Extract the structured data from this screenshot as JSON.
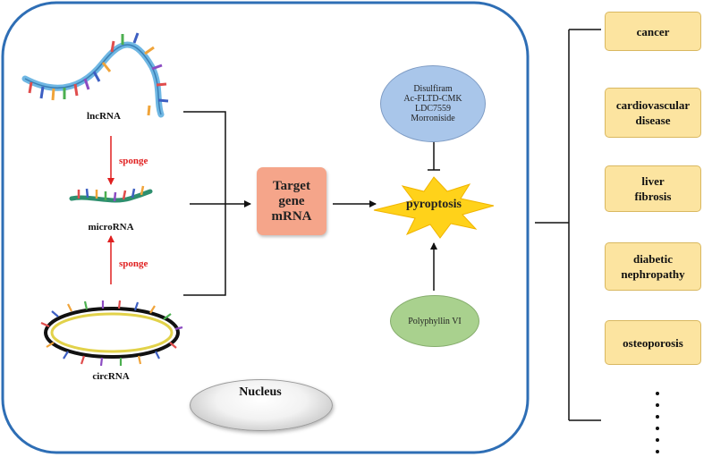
{
  "rnas": {
    "lncrna_label": "lncRNA",
    "microrna_label": "microRNA",
    "circrna_label": "circRNA",
    "sponge_upper": "sponge",
    "sponge_lower": "sponge"
  },
  "target": {
    "line1": "Target",
    "line2": "gene",
    "line3": "mRNA"
  },
  "center": {
    "pyroptosis": "pyroptosis"
  },
  "inhibitors": {
    "drugs": [
      "Disulfiram",
      "Ac-FLTD-CMK",
      "LDC7559",
      "Morroniside"
    ]
  },
  "promoter": {
    "label": "Polyphyllin VI"
  },
  "nucleus": {
    "label": "Nucleus"
  },
  "diseases": [
    {
      "line1": "cancer",
      "line2": ""
    },
    {
      "line1": "cardiovascular",
      "line2": "disease"
    },
    {
      "line1": "liver",
      "line2": "fibrosis"
    },
    {
      "line1": "diabetic",
      "line2": "nephropathy"
    },
    {
      "line1": "osteoporosis",
      "line2": ""
    }
  ],
  "colors": {
    "frame": "#2e6eb5",
    "sponge_arrow": "#e02020",
    "target_box": "#f5a58a",
    "star": "#ffd21a",
    "drug_ellipse": "#a9c6ea",
    "polyphyllin_ellipse": "#a9d18e",
    "disease_box": "#fce4a0"
  }
}
